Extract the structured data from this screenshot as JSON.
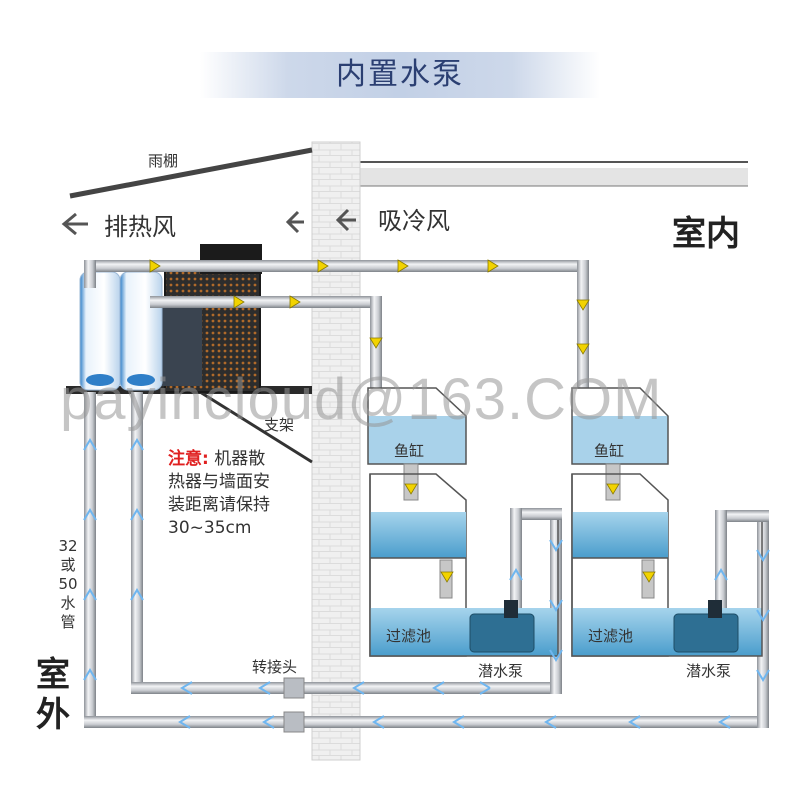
{
  "title": "内置水泵",
  "labels": {
    "canopy": "雨棚",
    "exhaust_hot_air": "排热风",
    "intake_cold_air": "吸冷风",
    "indoor": "室内",
    "outdoor": "室外",
    "bracket": "支架",
    "adapter": "转接头",
    "pipe_size": [
      "32",
      "或",
      "50",
      "水",
      "管"
    ],
    "fish_tank": "鱼缸",
    "filter_tank": "过滤池",
    "submersible_pump": "潜水泵"
  },
  "note": {
    "heading": "注意:",
    "lines": [
      "机器散",
      "热器与墙面安",
      "装距离请保持",
      "30~35cm"
    ]
  },
  "watermark": "payincloud@163.COM",
  "colors": {
    "title_text": "#2b3f72",
    "note_heading": "#e02020",
    "pipe": "#c9ccd1",
    "warm_flow_arrow": "#f2d300",
    "cold_flow_arrow": "#6fb6f0",
    "water": "#6fb3d8",
    "wall": "#eeeeee"
  },
  "icons": [
    "left-arrow-icon",
    "flow-arrow-icon",
    "chiller-unit",
    "submersible-pump-icon"
  ]
}
